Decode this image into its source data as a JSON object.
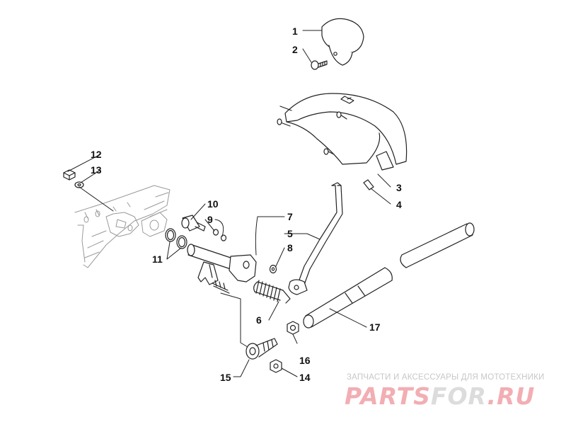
{
  "diagram": {
    "callouts": [
      "1",
      "2",
      "3",
      "4",
      "5",
      "6",
      "7",
      "8",
      "9",
      "10",
      "11",
      "12",
      "13",
      "14",
      "15",
      "16",
      "17"
    ]
  },
  "watermark": {
    "tagline": "ЗАПЧАСТИ И АКСЕССУАРЫ ДЛЯ МОТОТЕХНИКИ",
    "logo_part1": "PARTS",
    "logo_part2": "FOR",
    "logo_part3": ".RU",
    "color_accent": "#f2aeb3",
    "color_gray": "#dcdcdc"
  }
}
